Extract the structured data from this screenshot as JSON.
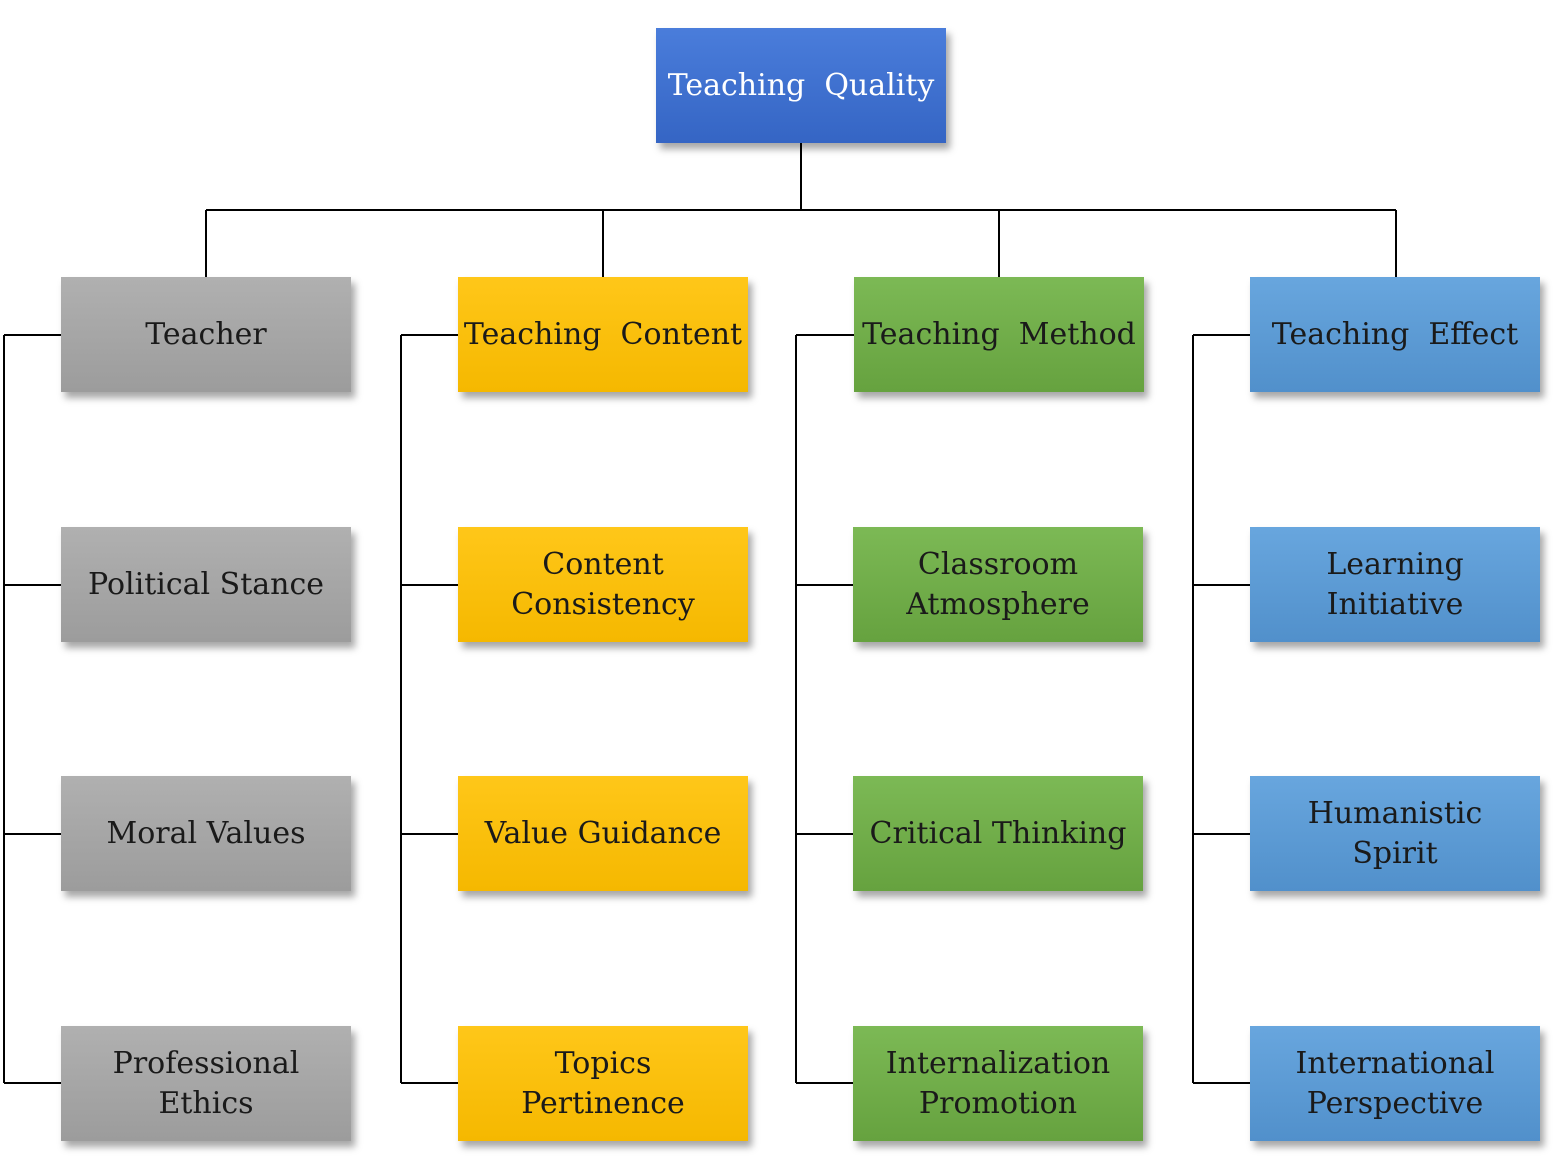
{
  "root": {
    "label": "Teaching  Quality",
    "color": "#3E6FCF"
  },
  "categories": [
    {
      "label": "Teacher",
      "color": "#A6A6A6",
      "items": [
        "Political Stance",
        "Moral Values",
        "Professional Ethics"
      ]
    },
    {
      "label": "Teaching  Content",
      "color": "#FFC000",
      "items": [
        "Content Consistency",
        "Value Guidance",
        "Topics Pertinence"
      ]
    },
    {
      "label": "Teaching  Method",
      "color": "#70AD47",
      "items": [
        "Classroom Atmosphere",
        "Critical Thinking",
        "Internalization Promotion"
      ]
    },
    {
      "label": "Teaching  Effect",
      "color": "#5B9BD5",
      "items": [
        "Learning Initiative",
        "Humanistic Spirit",
        "International Perspective"
      ]
    }
  ]
}
